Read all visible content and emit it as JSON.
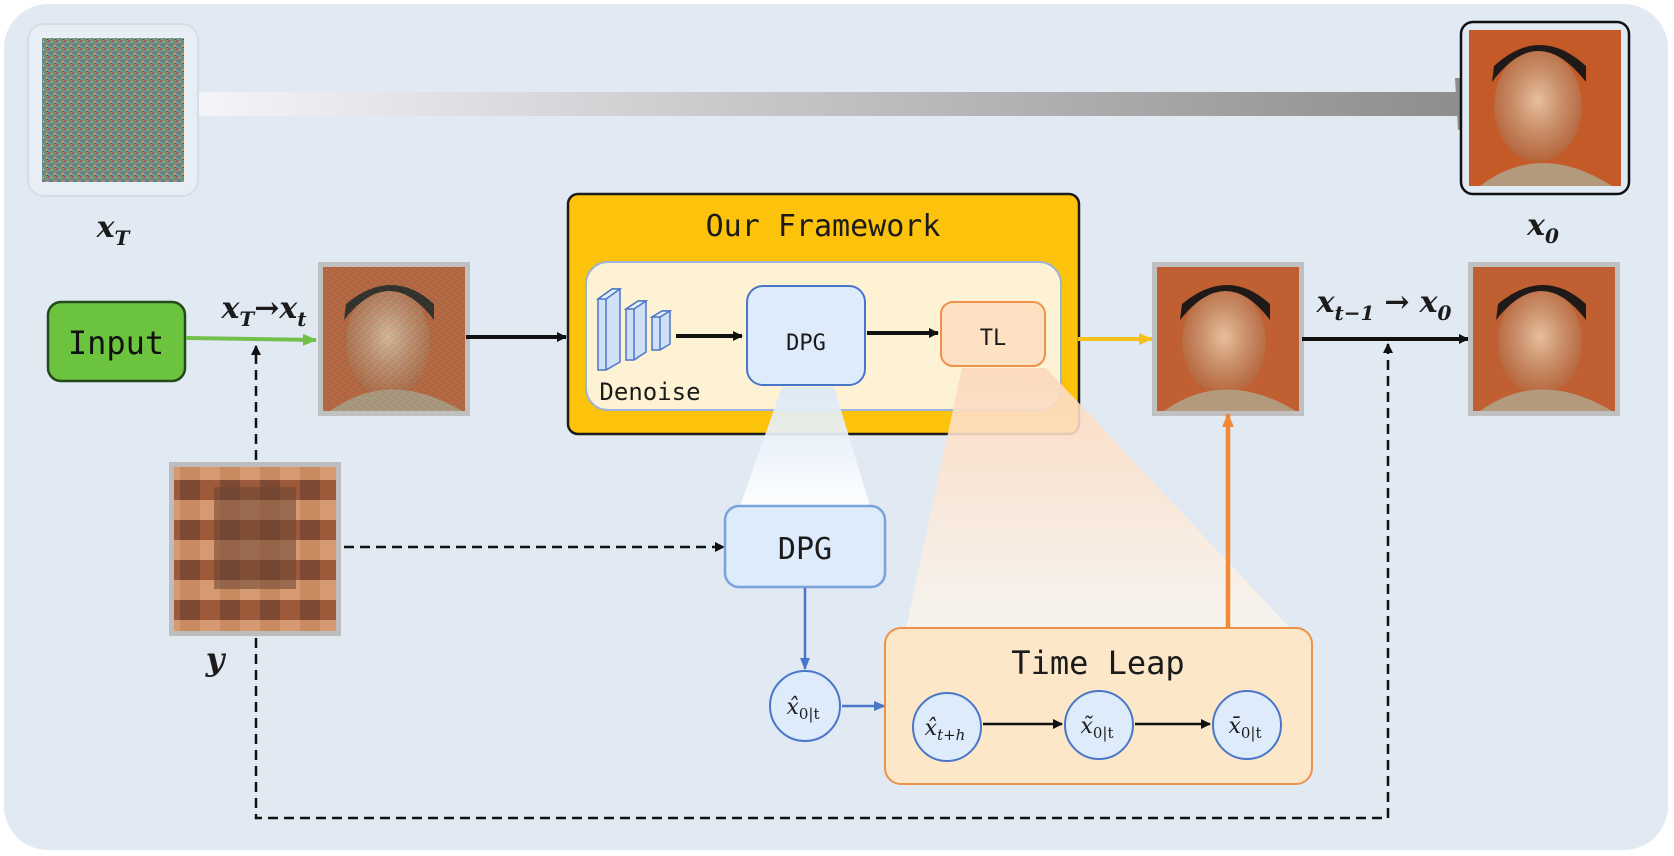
{
  "labels": {
    "input_button": "Input",
    "framework_title": "Our Framework",
    "denoise": "Denoise",
    "dpg_small": "DPG",
    "tl_small": "TL",
    "dpg_large": "DPG",
    "time_leap_title": "Time Leap"
  },
  "math": {
    "x_T": "x",
    "x_T_sub": "T",
    "x_0": "x",
    "x_0_sub": "0",
    "y": "y",
    "xT_to_xt": "x",
    "xT_to_xt_sub1": "T",
    "xT_to_xt_arrow": "→",
    "xT_to_xt_sub2": "t",
    "xt1_to_x0_a": "x",
    "xt1_to_x0_sub1": "t−1",
    "xt1_to_x0_arrow": "→",
    "xt1_to_x0_sub2": "0",
    "xhat_0t": "x̂",
    "xhat_0t_sub": "0|t",
    "xhat_th": "x̂",
    "xhat_th_sub": "t+h",
    "xtilde_0t": "x̃",
    "xtilde_0t_sub": "0|t",
    "xbar_0t": "x̄",
    "xbar_0t_sub": "0|t"
  },
  "colors": {
    "background": "#e1e9f2",
    "input_green": "#6cc43e",
    "framework_yellow": "#fdc20c",
    "framework_inner": "#fdf2d4",
    "dpg_blue": "#ddebfb",
    "blue_stroke": "#4a76c9",
    "tl_orange": "#fde1c3",
    "orange_stroke": "#f0914b",
    "time_leap_fill": "#fde7c9"
  }
}
